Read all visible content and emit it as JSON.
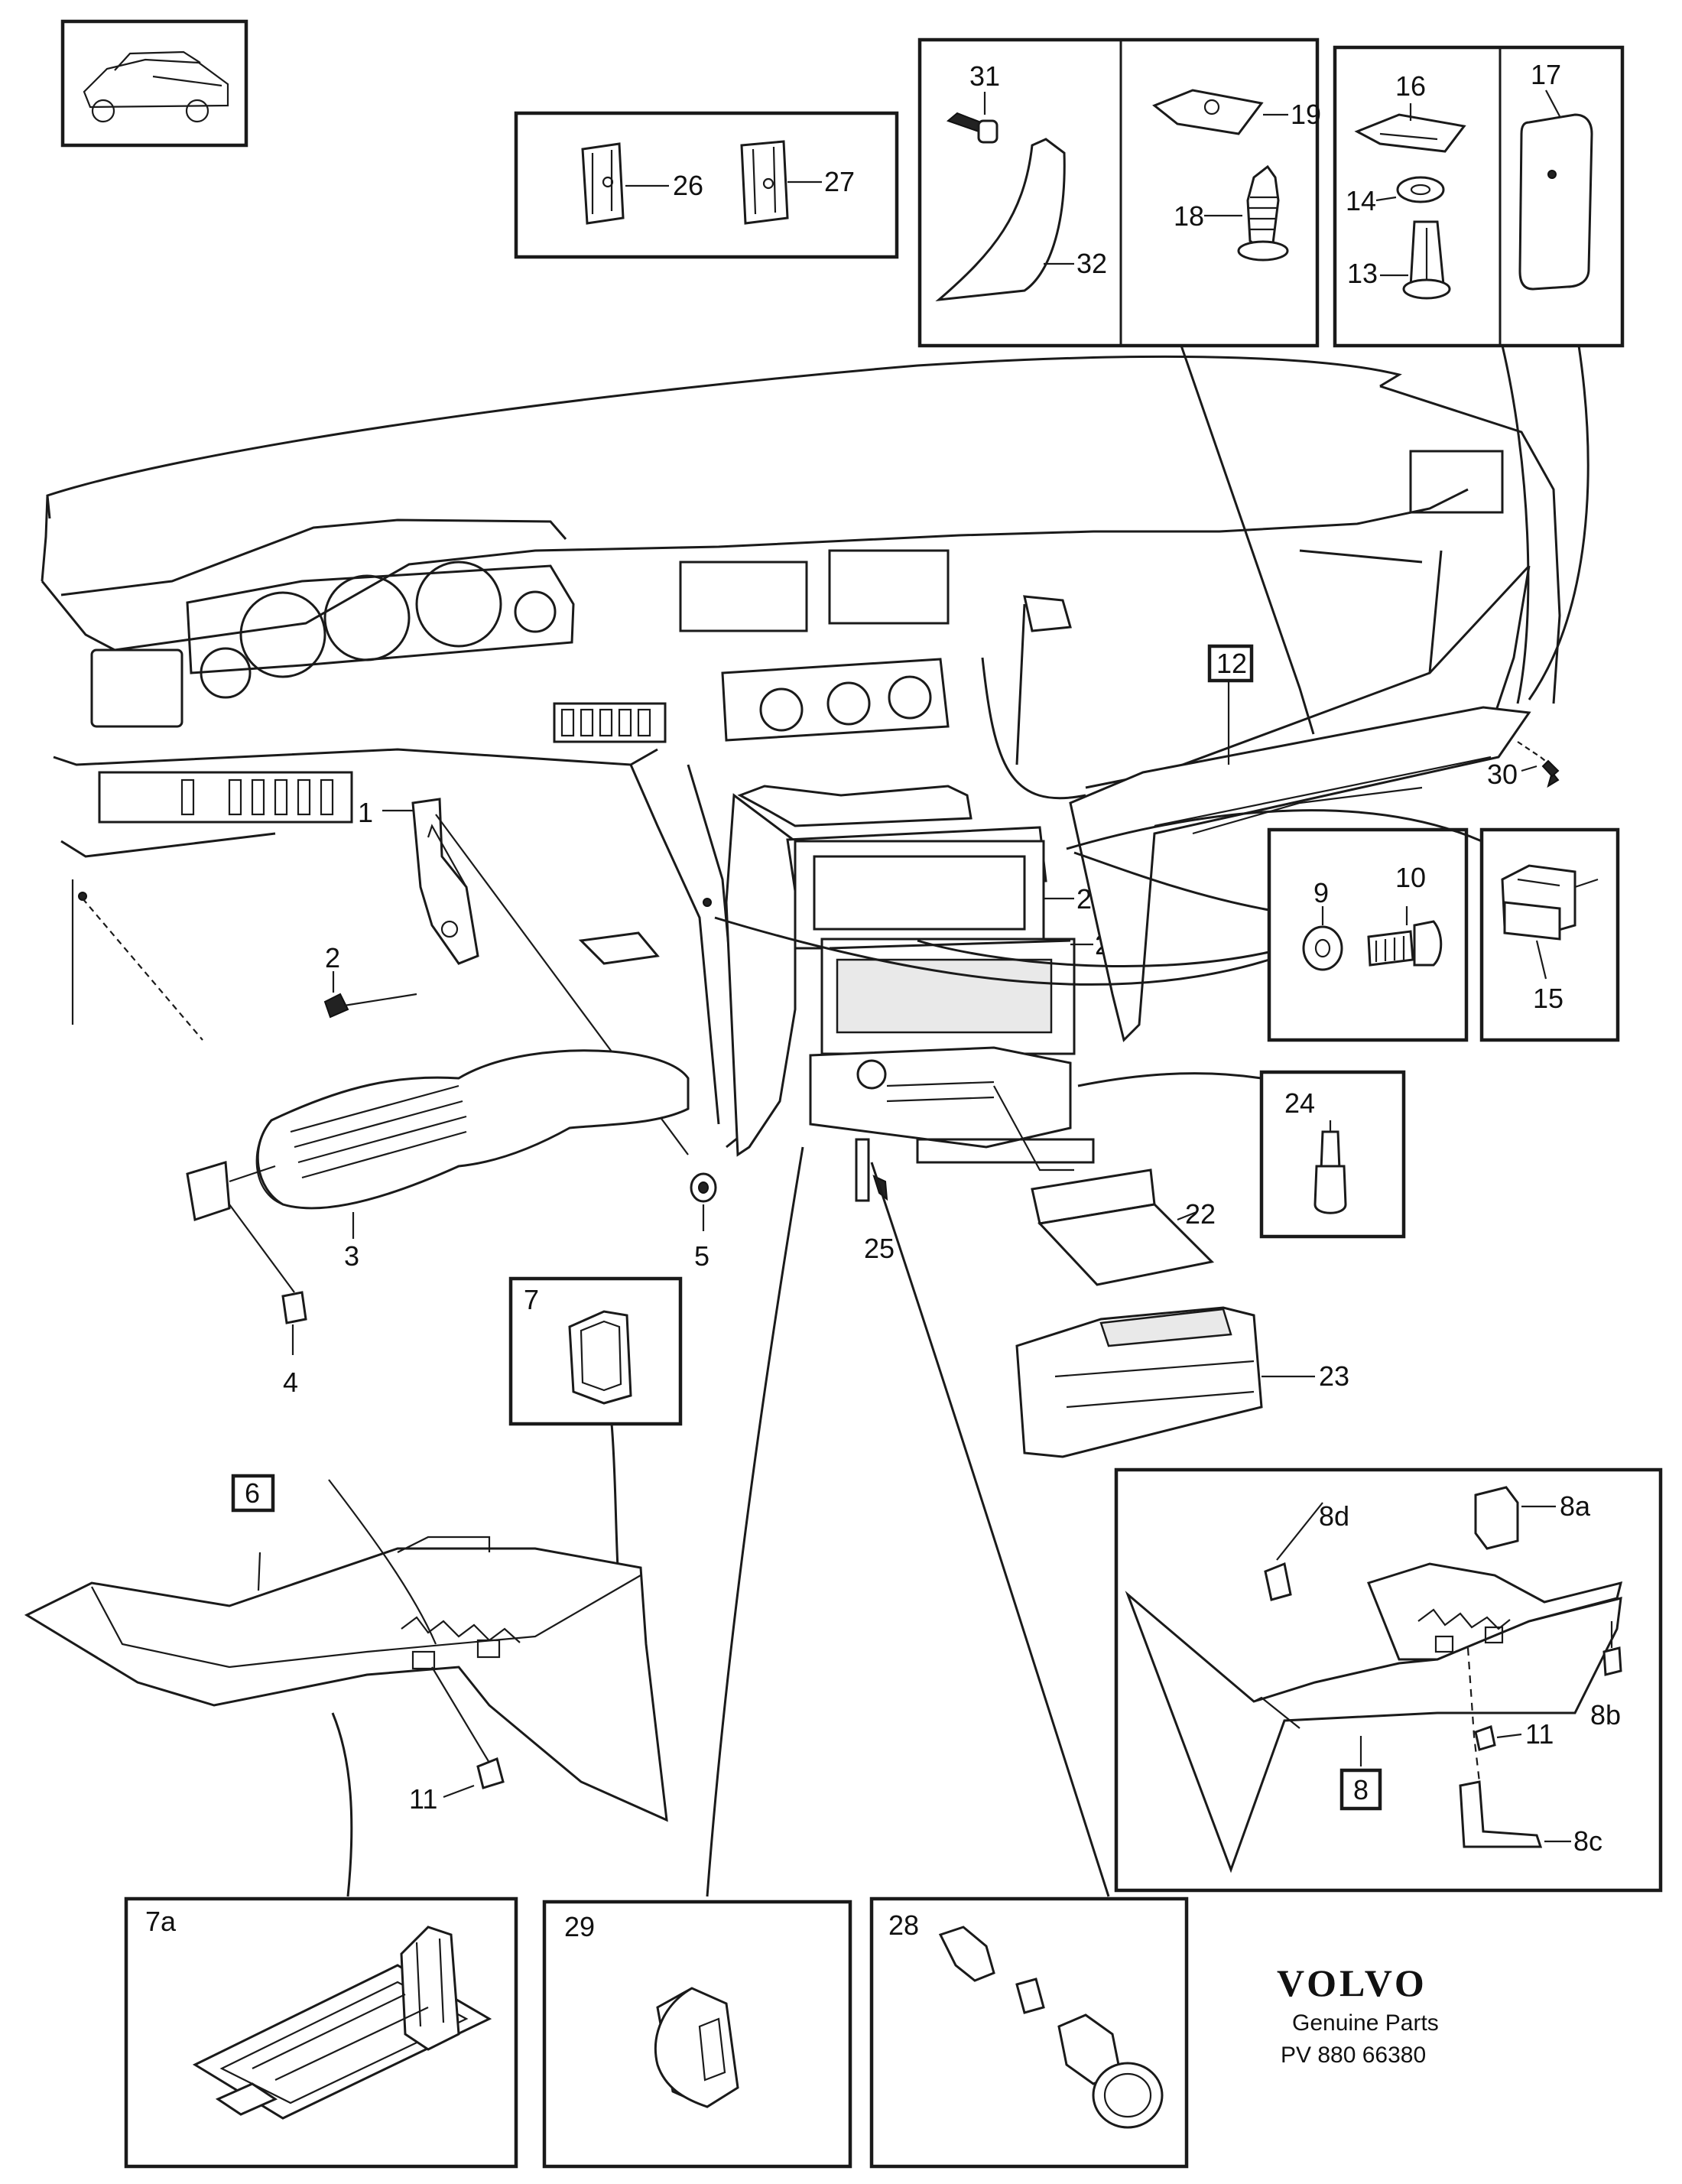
{
  "callouts": {
    "c1": "1",
    "c2": "2",
    "c3": "3",
    "c4": "4",
    "c5": "5",
    "c6": "6",
    "c7": "7",
    "c7a": "7a",
    "c8": "8",
    "c8a": "8a",
    "c8b": "8b",
    "c8c": "8c",
    "c8d": "8d",
    "c9": "9",
    "c10": "10",
    "c11a": "11",
    "c11b": "11",
    "c12": "12",
    "c13": "13",
    "c14": "14",
    "c15": "15",
    "c16": "16",
    "c17": "17",
    "c18": "18",
    "c19": "19",
    "c20": "20",
    "c21": "21",
    "c22": "22",
    "c23": "23",
    "c24": "24",
    "c25": "25",
    "c26": "26",
    "c27": "27",
    "c28": "28",
    "c29": "29",
    "c30": "30",
    "c31": "31",
    "c32": "32"
  },
  "branding": {
    "logo": "VOLVO",
    "subtitle": "Genuine Parts",
    "part_number": "PV 880 66380"
  },
  "colors": {
    "line": "#1a1a1a",
    "background": "#ffffff",
    "fill_light": "#e9e9e9"
  },
  "icons": [
    "car-thumbnail-icon"
  ]
}
